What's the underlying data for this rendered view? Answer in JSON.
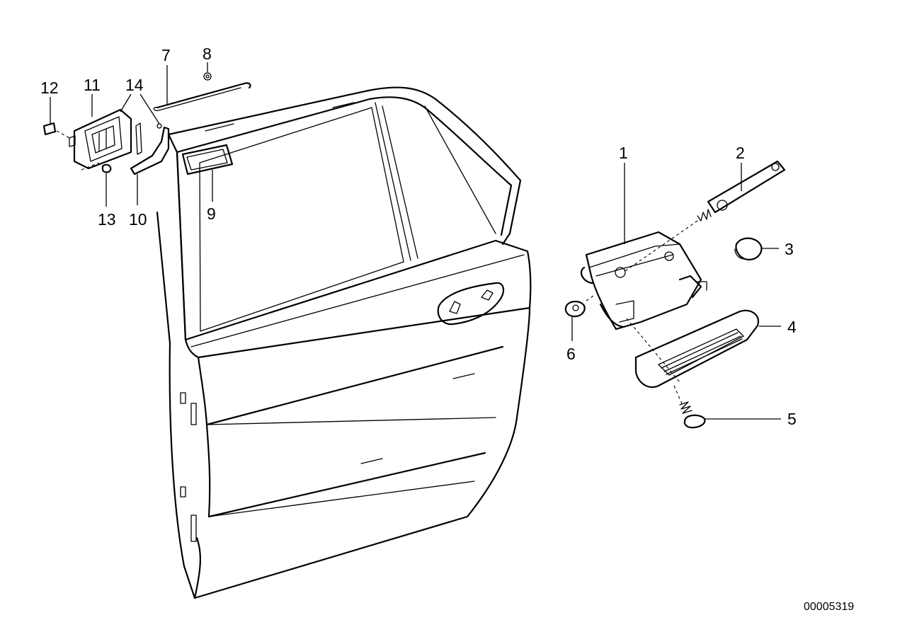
{
  "diagram": {
    "document_number": "00005319",
    "parts": [
      {
        "id": "p1",
        "label": "1",
        "name": "door-lock"
      },
      {
        "id": "p2",
        "label": "2",
        "name": "lock-lever-with-spring"
      },
      {
        "id": "p3",
        "label": "3",
        "name": "grommet"
      },
      {
        "id": "p4",
        "label": "4",
        "name": "outer-door-handle"
      },
      {
        "id": "p5",
        "label": "5",
        "name": "screw-with-spring"
      },
      {
        "id": "p6",
        "label": "6",
        "name": "nut"
      },
      {
        "id": "p7",
        "label": "7",
        "name": "operating-rod"
      },
      {
        "id": "p8",
        "label": "8",
        "name": "clip"
      },
      {
        "id": "p9",
        "label": "9",
        "name": "inner-handle-cover"
      },
      {
        "id": "p10",
        "label": "10",
        "name": "bracket"
      },
      {
        "id": "p11",
        "label": "11",
        "name": "inner-handle-housing"
      },
      {
        "id": "p12",
        "label": "12",
        "name": "clip-nut"
      },
      {
        "id": "p13",
        "label": "13",
        "name": "screw"
      },
      {
        "id": "p14",
        "label": "14",
        "name": "pin"
      }
    ]
  }
}
